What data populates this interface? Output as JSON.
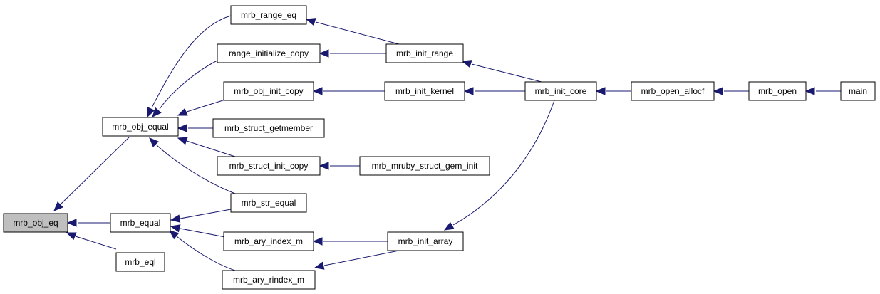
{
  "graph": {
    "highlight_color": "#bfbfbf",
    "edge_color": "#191970",
    "nodes": [
      {
        "id": "mrb_obj_eq",
        "label": "mrb_obj_eq",
        "highlight": true
      },
      {
        "id": "mrb_obj_equal",
        "label": "mrb_obj_equal"
      },
      {
        "id": "mrb_equal",
        "label": "mrb_equal"
      },
      {
        "id": "mrb_eql",
        "label": "mrb_eql"
      },
      {
        "id": "mrb_range_eq",
        "label": "mrb_range_eq"
      },
      {
        "id": "range_initialize_copy",
        "label": "range_initialize_copy"
      },
      {
        "id": "mrb_obj_init_copy",
        "label": "mrb_obj_init_copy"
      },
      {
        "id": "mrb_struct_getmember",
        "label": "mrb_struct_getmember"
      },
      {
        "id": "mrb_struct_init_copy",
        "label": "mrb_struct_init_copy"
      },
      {
        "id": "mrb_str_equal",
        "label": "mrb_str_equal"
      },
      {
        "id": "mrb_ary_index_m",
        "label": "mrb_ary_index_m"
      },
      {
        "id": "mrb_ary_rindex_m",
        "label": "mrb_ary_rindex_m"
      },
      {
        "id": "mrb_init_range",
        "label": "mrb_init_range"
      },
      {
        "id": "mrb_init_kernel",
        "label": "mrb_init_kernel"
      },
      {
        "id": "mrb_mruby_struct_gem_init",
        "label": "mrb_mruby_struct_gem_init"
      },
      {
        "id": "mrb_init_array",
        "label": "mrb_init_array"
      },
      {
        "id": "mrb_init_core",
        "label": "mrb_init_core"
      },
      {
        "id": "mrb_open_allocf",
        "label": "mrb_open_allocf"
      },
      {
        "id": "mrb_open",
        "label": "mrb_open"
      },
      {
        "id": "main",
        "label": "main"
      }
    ],
    "edges": [
      {
        "from": "mrb_obj_equal",
        "to": "mrb_obj_eq"
      },
      {
        "from": "mrb_equal",
        "to": "mrb_obj_eq"
      },
      {
        "from": "mrb_eql",
        "to": "mrb_obj_eq"
      },
      {
        "from": "mrb_range_eq",
        "to": "mrb_obj_equal"
      },
      {
        "from": "range_initialize_copy",
        "to": "mrb_obj_equal"
      },
      {
        "from": "mrb_obj_init_copy",
        "to": "mrb_obj_equal"
      },
      {
        "from": "mrb_struct_getmember",
        "to": "mrb_obj_equal"
      },
      {
        "from": "mrb_struct_init_copy",
        "to": "mrb_obj_equal"
      },
      {
        "from": "mrb_str_equal",
        "to": "mrb_obj_equal"
      },
      {
        "from": "mrb_str_equal",
        "to": "mrb_equal"
      },
      {
        "from": "mrb_ary_index_m",
        "to": "mrb_equal"
      },
      {
        "from": "mrb_ary_rindex_m",
        "to": "mrb_equal"
      },
      {
        "from": "mrb_init_range",
        "to": "mrb_range_eq"
      },
      {
        "from": "mrb_init_range",
        "to": "range_initialize_copy"
      },
      {
        "from": "mrb_init_kernel",
        "to": "mrb_obj_init_copy"
      },
      {
        "from": "mrb_mruby_struct_gem_init",
        "to": "mrb_struct_init_copy"
      },
      {
        "from": "mrb_init_array",
        "to": "mrb_ary_index_m"
      },
      {
        "from": "mrb_init_array",
        "to": "mrb_ary_rindex_m"
      },
      {
        "from": "mrb_init_core",
        "to": "mrb_init_range"
      },
      {
        "from": "mrb_init_core",
        "to": "mrb_init_kernel"
      },
      {
        "from": "mrb_init_core",
        "to": "mrb_init_array"
      },
      {
        "from": "mrb_open_allocf",
        "to": "mrb_init_core"
      },
      {
        "from": "mrb_open",
        "to": "mrb_open_allocf"
      },
      {
        "from": "main",
        "to": "mrb_open"
      }
    ]
  }
}
